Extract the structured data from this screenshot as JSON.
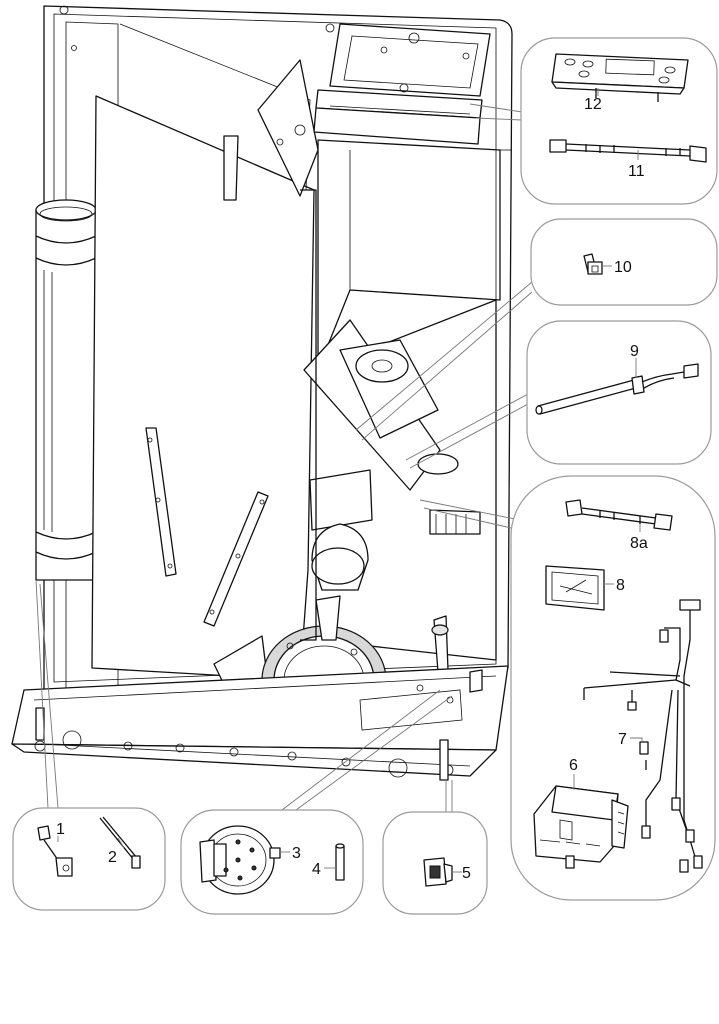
{
  "callouts": [
    {
      "id": "12",
      "text": "12"
    },
    {
      "id": "11",
      "text": "11"
    },
    {
      "id": "10",
      "text": "10"
    },
    {
      "id": "9",
      "text": "9"
    },
    {
      "id": "8a",
      "text": "8a"
    },
    {
      "id": "8",
      "text": "8"
    },
    {
      "id": "7",
      "text": "7"
    },
    {
      "id": "6",
      "text": "6"
    },
    {
      "id": "1",
      "text": "1"
    },
    {
      "id": "2",
      "text": "2"
    },
    {
      "id": "3",
      "text": "3"
    },
    {
      "id": "4",
      "text": "4"
    },
    {
      "id": "5",
      "text": "5"
    }
  ],
  "colors": {
    "line": "#111111",
    "bubble_border": "#9a9a9a",
    "highlight_ring": "#d8d8d8"
  }
}
